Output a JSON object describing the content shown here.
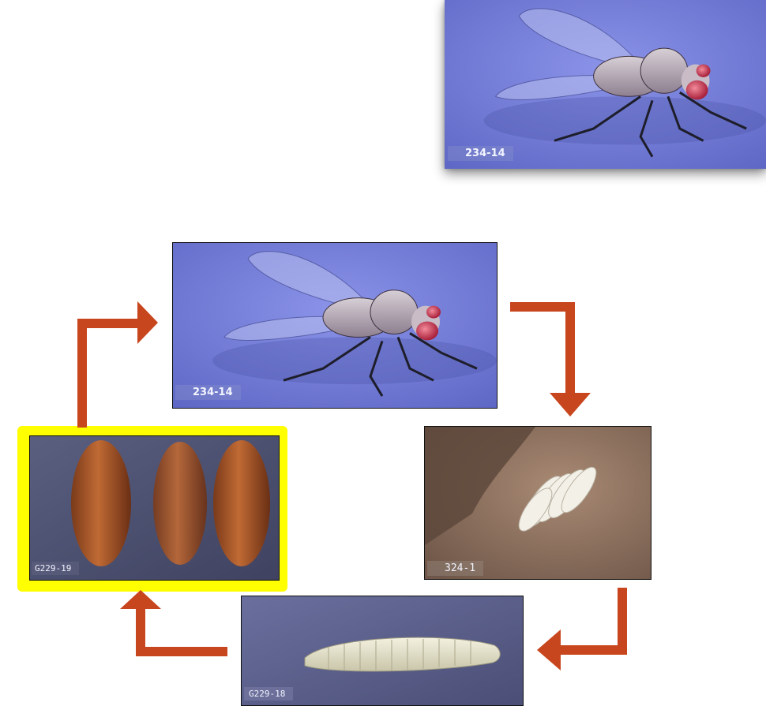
{
  "hero": {
    "label": "234-14"
  },
  "cycle": {
    "adult": {
      "label": "234-14"
    },
    "eggs": {
      "label": "324-1"
    },
    "larva": {
      "label": "G229-18"
    },
    "pupa": {
      "label": "G229-19"
    }
  },
  "colors": {
    "arrow": "#c8461e",
    "highlight": "#ffff00",
    "photo_blue": "#6f78d6"
  },
  "icons": [
    "right-angle-arrow-icon"
  ]
}
